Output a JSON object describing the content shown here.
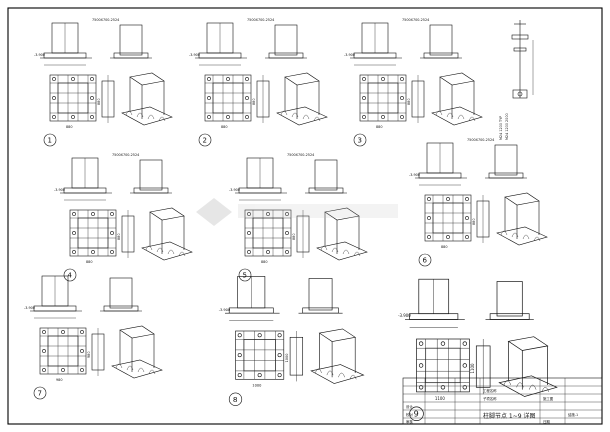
{
  "sheet": {
    "details": [
      {
        "no": "1",
        "top_dim": "7500X700-2524",
        "elev": "-3.900",
        "plan_w": "880",
        "plan_h": "880"
      },
      {
        "no": "2",
        "top_dim": "7500X700-2524",
        "elev": "-3.900",
        "plan_w": "880",
        "plan_h": "880"
      },
      {
        "no": "3",
        "top_dim": "7500X700-2524",
        "elev": "-3.900",
        "plan_w": "880",
        "plan_h": "880"
      },
      {
        "no": "4",
        "top_dim": "7500X700-2524",
        "elev": "-3.900",
        "plan_w": "880",
        "plan_h": "880"
      },
      {
        "no": "5",
        "top_dim": "7500X700-2524",
        "elev": "-3.900",
        "plan_w": "880",
        "plan_h": "880"
      },
      {
        "no": "6",
        "top_dim": "7500X700-2524",
        "elev": "-3.900",
        "plan_w": "880",
        "plan_h": "880"
      },
      {
        "no": "7",
        "top_dim": "",
        "elev": "-3.900",
        "plan_w": "980",
        "plan_h": "980"
      },
      {
        "no": "8",
        "top_dim": "",
        "elev": "-3.900",
        "plan_w": "1000",
        "plan_h": "1000"
      },
      {
        "no": "9",
        "top_dim": "",
        "elev": "-3.900",
        "plan_w": "1100",
        "plan_h": "1100"
      }
    ],
    "bolt_detail": {
      "label1": "M24 1200 TYP",
      "label2": "M24 1200 2000"
    },
    "title_block": {
      "drawing_title": "柱脚节点 1~9 详图",
      "sheet_no": "结施-1",
      "row_labels": [
        "工程名称",
        "子项名称",
        "设计",
        "校对",
        "审核",
        "审定"
      ],
      "stage": "施工图",
      "date": "日期"
    }
  }
}
